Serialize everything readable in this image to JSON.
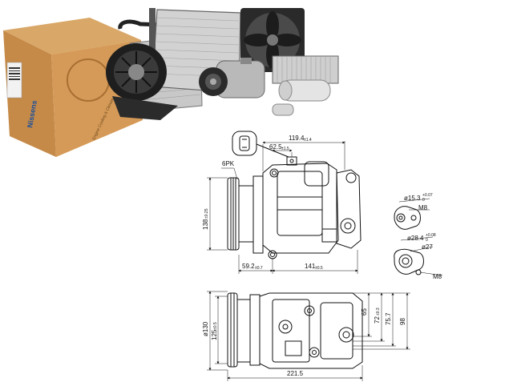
{
  "product_photo": {
    "box_brand": "Nissens",
    "box_tagline": "Engine Cooling & Climate"
  },
  "drawing": {
    "side_view": {
      "width_top": "119.4",
      "width_top_tol": "±1.4",
      "width_mid": "62.5",
      "width_mid_tol": "±1.5",
      "belt_label": "6PK",
      "height_left": "138",
      "height_left_tol": "±0.25",
      "offset_bottom": "59.2",
      "offset_bottom_tol": "±0.7",
      "length_bottom": "141",
      "length_bottom_tol": "±0.5"
    },
    "port_top": {
      "diameter": "ø15.3",
      "diameter_tol_upper": "+0.07",
      "diameter_tol_lower": "0",
      "thread": "M8"
    },
    "port_bottom": {
      "diameter": "ø28.4",
      "diameter_tol_upper": "+0.08",
      "diameter_tol_lower": "0",
      "diameter_outer": "ø27",
      "thread": "M8"
    },
    "bottom_view": {
      "dia_pulley": "ø130",
      "dia_body": "125",
      "dia_body_tol": "±0.5",
      "h1": "65",
      "h2": "72",
      "h2_tol": "±0.3",
      "h3": "75.7",
      "h4": "98",
      "overall_length": "221.5"
    }
  }
}
